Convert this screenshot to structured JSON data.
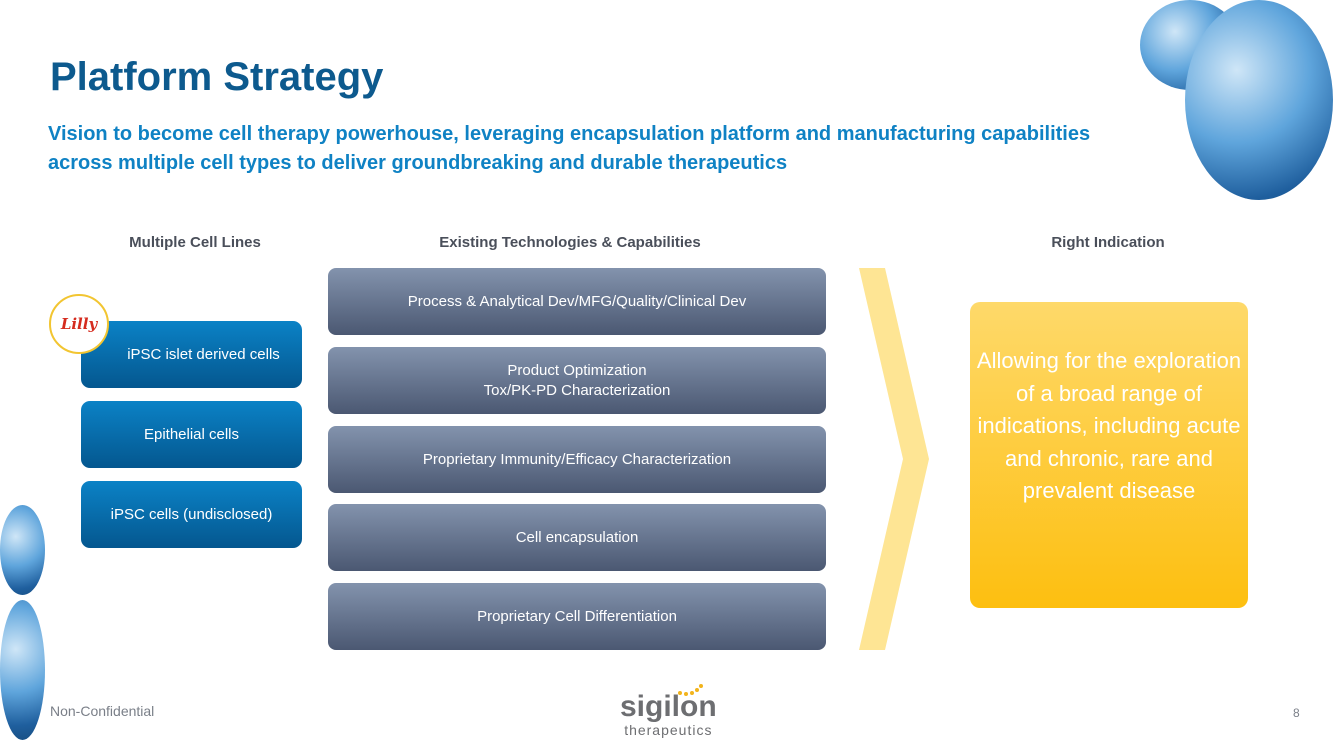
{
  "title": "Platform Strategy",
  "subtitle": "Vision to become cell therapy powerhouse, leveraging encapsulation platform and manufacturing capabilities across multiple cell types to deliver groundbreaking and durable therapeutics",
  "columns": {
    "cell_lines": "Multiple Cell Lines",
    "tech": "Existing Technologies & Capabilities",
    "indication": "Right Indication"
  },
  "cell_lines": [
    "iPSC islet derived cells",
    "Epithelial cells",
    "iPSC cells (undisclosed)"
  ],
  "partner_logo": "Lilly",
  "tech": [
    [
      "Process & Analytical Dev/MFG/Quality/Clinical Dev"
    ],
    [
      "Product Optimization",
      "Tox/PK-PD Characterization"
    ],
    [
      "Proprietary Immunity/Efficacy Characterization"
    ],
    [
      "Cell encapsulation"
    ],
    [
      "Proprietary Cell Differentiation"
    ]
  ],
  "indication": "Allowing for the exploration of a broad range of indications, including acute and chronic, rare and prevalent disease",
  "footer": {
    "label": "Non-Confidential",
    "page": "8",
    "logo_main": "sigilon",
    "logo_sub": "therapeutics"
  }
}
